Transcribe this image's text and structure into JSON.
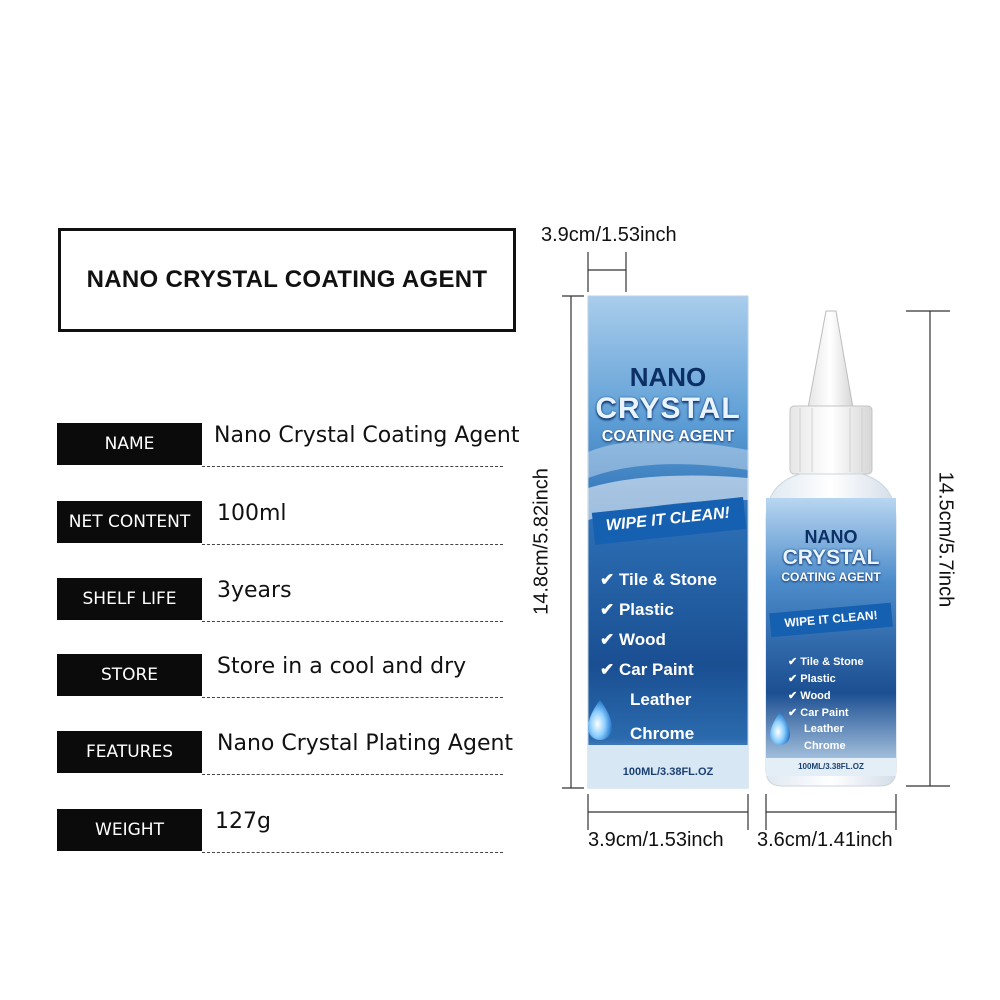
{
  "title": "NANO CRYSTAL COATING AGENT",
  "specs": [
    {
      "label": "NAME",
      "value": "Nano Crystal Coating Agent"
    },
    {
      "label": "NET CONTENT",
      "value": "100ml"
    },
    {
      "label": "SHELF LIFE",
      "value": "3years"
    },
    {
      "label": "STORE",
      "value": "Store in a cool and dry"
    },
    {
      "label": "FEATURES",
      "value": "Nano Crystal Plating Agent"
    },
    {
      "label": "WEIGHT",
      "value": "127g"
    }
  ],
  "dimensions": {
    "box_top": "3.9cm/1.53inch",
    "box_height": "14.8cm/5.82inch",
    "box_bottom": "3.9cm/1.53inch",
    "bottle_bottom": "3.6cm/1.41inch",
    "bottle_height": "14.5cm/5.7inch"
  },
  "package": {
    "line1": "NANO",
    "line2": "CRYSTAL",
    "line3": "COATING AGENT",
    "slogan": "WIPE IT CLEAN!",
    "uses": [
      "Tile & Stone",
      "Plastic",
      "Wood",
      "Car Paint",
      "Leather",
      "Chrome"
    ],
    "volume": "100ML/3.38FL.OZ"
  },
  "colors": {
    "box_blue": "#1f5fa8",
    "light_blue": "#9ec6ea",
    "text_dark": "#111111"
  }
}
